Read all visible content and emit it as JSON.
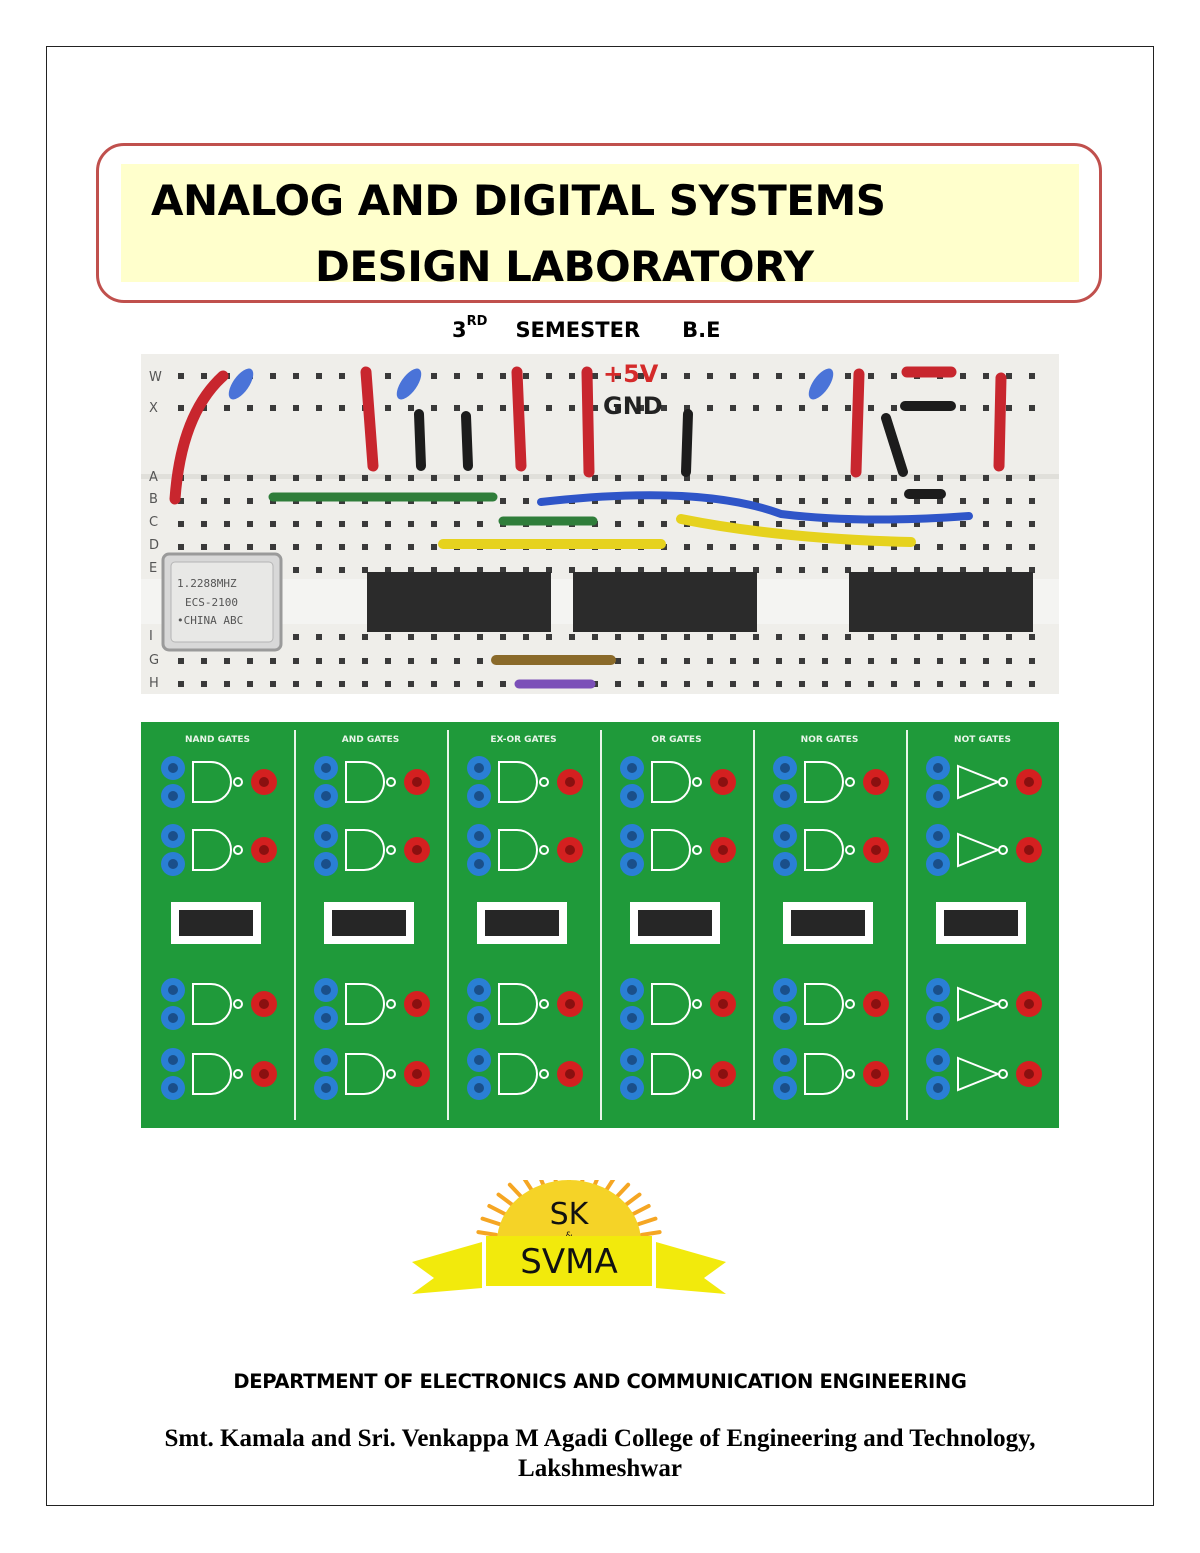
{
  "cover": {
    "title_line1": "ANALOG AND DIGITAL SYSTEMS",
    "title_line2": "DESIGN LABORATORY",
    "semester_number": "3",
    "semester_suffix": "RD",
    "semester_word": "SEMESTER",
    "degree": "B.E"
  },
  "breadboard": {
    "rows_top": [
      "W",
      "X"
    ],
    "rows_mid": [
      "A",
      "B",
      "C",
      "D",
      "E"
    ],
    "rows_bottom": [
      "I",
      "G",
      "H"
    ],
    "supply_label": "+5V",
    "ground_label": "GND",
    "crystal_lines": [
      "1.2288MHZ",
      "ECS-2100",
      "•CHINA ABC"
    ]
  },
  "trainer": {
    "sections": [
      "NAND GATES",
      "AND GATES",
      "EX-OR GATES",
      "OR GATES",
      "NOR GATES",
      "NOT GATES"
    ],
    "colors": {
      "board": "#1f9a3a",
      "input_jack": "#2a7fd4",
      "output_jack": "#d42020"
    }
  },
  "logo": {
    "top_text": "SK",
    "bottom_text": "SVMA",
    "colors": {
      "sun": "#f5a623",
      "banner": "#f2ea0c"
    }
  },
  "footer": {
    "department": "DEPARTMENT OF ELECTRONICS AND COMMUNICATION ENGINEERING",
    "college_line1": "Smt. Kamala and Sri. Venkappa M Agadi College of Engineering and Technology,",
    "college_line2": "Lakshmeshwar"
  }
}
